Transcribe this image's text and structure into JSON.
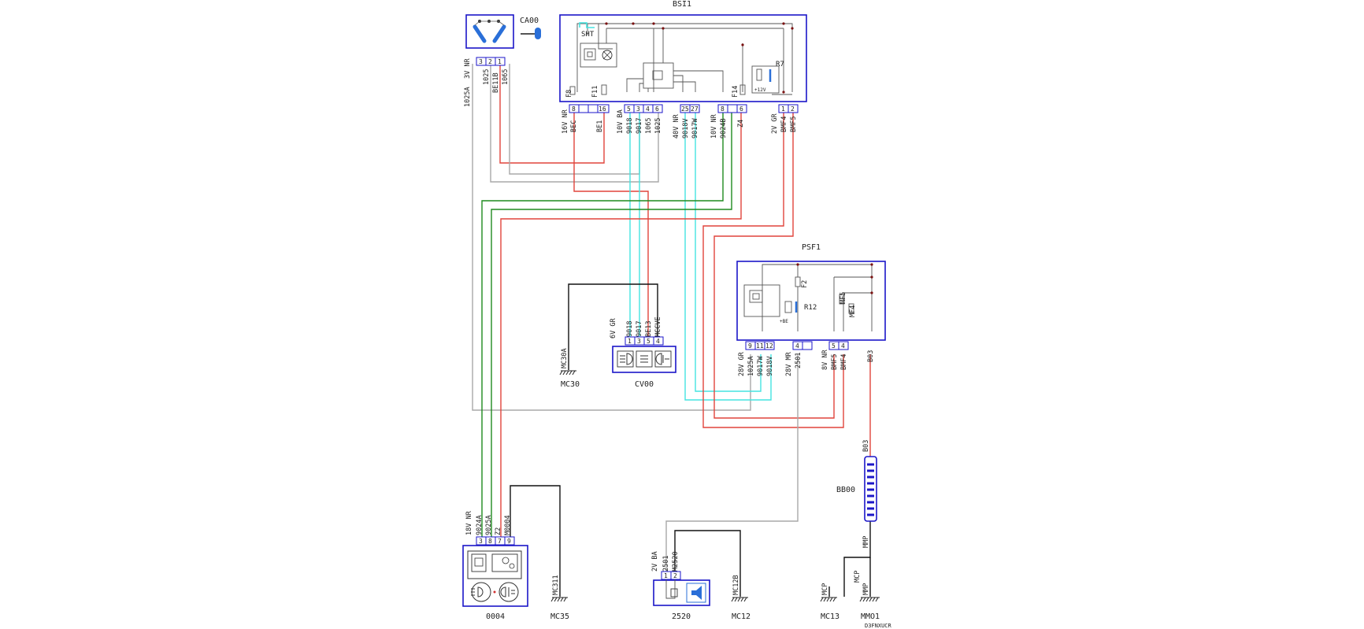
{
  "components": {
    "bsi": {
      "name": "BSI1"
    },
    "ca00": {
      "name": "CA00",
      "pins": [
        "3",
        "2",
        "1"
      ],
      "wires": [
        "1025",
        "BE11B",
        "1065"
      ],
      "conn": "3V NR"
    },
    "psf1": {
      "name": "PSF1"
    },
    "cv00": {
      "name": "CV00",
      "pins": [
        "1",
        "3",
        "5",
        "4"
      ],
      "wires": [
        "9018",
        "9017",
        "BE13",
        "MCCVE"
      ],
      "conn": "6V GR"
    },
    "c0004": {
      "name": "0004",
      "pins": [
        "3",
        "8",
        "7",
        "9"
      ],
      "wires": [
        "9024A",
        "9025A",
        "Z2",
        "M0004"
      ],
      "conn": "18V NR"
    },
    "c2520": {
      "name": "2520",
      "pins": [
        "1",
        "2"
      ],
      "wires": [
        "2501",
        "M2520"
      ],
      "conn": "2V BA"
    },
    "bb00": {
      "name": "BB00",
      "top": "B03",
      "bottom": "MMP"
    }
  },
  "bsi_groups": [
    {
      "conn": "16V NR",
      "pins": [
        "8",
        "16"
      ],
      "wires": [
        "BEC",
        "BE1"
      ],
      "fuses": [
        "F8",
        "F11"
      ]
    },
    {
      "conn": "10V BA",
      "pins": [
        "5",
        "3",
        "4",
        "6"
      ],
      "wires": [
        "9018",
        "9017",
        "1065",
        "1025"
      ]
    },
    {
      "conn": "40V NR",
      "pins": [
        "25",
        "27"
      ],
      "wires": [
        "9018V",
        "9017W"
      ]
    },
    {
      "conn": "10V NR",
      "pins": [
        "8",
        "6"
      ],
      "wires": [
        "9024B",
        "Z4"
      ],
      "fuses": [
        "F14"
      ]
    },
    {
      "conn": "2V GR",
      "pins": [
        "1",
        "2"
      ],
      "wires": [
        "BMF4",
        "BMF5"
      ]
    }
  ],
  "bsi_internal": {
    "sht": "SHT",
    "relay": "R7",
    "relay_sup": "+12V"
  },
  "psf_internal": {
    "fuse": "F2",
    "relay": "R12",
    "relay_sup": "+BE",
    "mf": [
      "MF5",
      "MF4"
    ]
  },
  "psf_groups": [
    {
      "conn": "28V GR",
      "pins": [
        "9",
        "11",
        "12"
      ],
      "wires": [
        "1025A",
        "9017W",
        "9018V"
      ]
    },
    {
      "conn": "28V MR",
      "pins": [
        "4"
      ],
      "wires": [
        "2501"
      ]
    },
    {
      "conn": "8V NR",
      "pins": [
        "5",
        "4"
      ],
      "wires": [
        "BMF5",
        "BMF4"
      ]
    },
    {
      "conn": "",
      "pins": [],
      "wires": [
        "B03"
      ]
    }
  ],
  "left_label": {
    "wire": "1025A",
    "conn": "3V NR"
  },
  "grounds": [
    "MC30",
    "MC35",
    "MC12",
    "MC13",
    "MMO1",
    "MC30A",
    "MC311",
    "MC12B",
    "MCP",
    "MCP",
    "MMP"
  ],
  "footer": "D3FNXUCR"
}
